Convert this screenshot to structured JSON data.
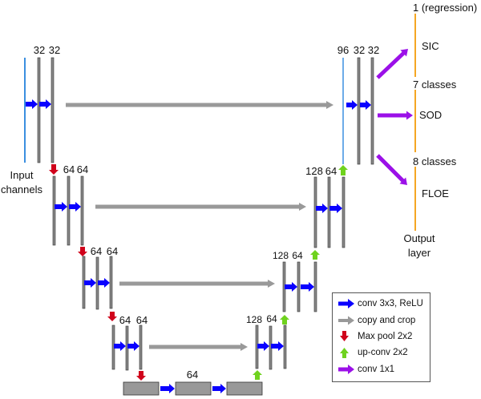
{
  "colors": {
    "conv": "#0a00ff",
    "copy": "#999999",
    "pool": "#d0021b",
    "upconv": "#6fd21e",
    "conv1x1": "#9b10e8",
    "input_line": "#3b8fe0",
    "output_line": "#f5a623",
    "bar": "#888888",
    "bottleneck": "#999999"
  },
  "levels": [
    {
      "left_labels": [
        "32",
        "32"
      ],
      "right_labels": [
        "96",
        "32",
        "32"
      ]
    },
    {
      "left_labels": [
        "64",
        "64"
      ],
      "right_labels": [
        "128",
        "64"
      ]
    },
    {
      "left_labels": [
        "64",
        "64"
      ],
      "right_labels": [
        "128",
        "64"
      ]
    },
    {
      "left_labels": [
        "64",
        "64"
      ],
      "right_labels": [
        "128",
        "64"
      ]
    }
  ],
  "bottleneck_label": "64",
  "input_label": [
    "Input",
    "channels"
  ],
  "outputs": [
    {
      "header": "1 (regression)",
      "name": "SIC"
    },
    {
      "header": "7 classes",
      "name": "SOD"
    },
    {
      "header": "8 classes",
      "name": "FLOE"
    }
  ],
  "output_label": [
    "Output",
    "layer"
  ],
  "legend": [
    {
      "key": "conv",
      "label": "conv 3x3, ReLU",
      "icon": "arrow-right"
    },
    {
      "key": "copy",
      "label": "copy and crop",
      "icon": "arrow-right"
    },
    {
      "key": "pool",
      "label": "Max pool 2x2",
      "icon": "arrow-down"
    },
    {
      "key": "upconv",
      "label": "up-conv 2x2",
      "icon": "arrow-up"
    },
    {
      "key": "conv1x1",
      "label": "conv 1x1",
      "icon": "arrow-right"
    }
  ]
}
